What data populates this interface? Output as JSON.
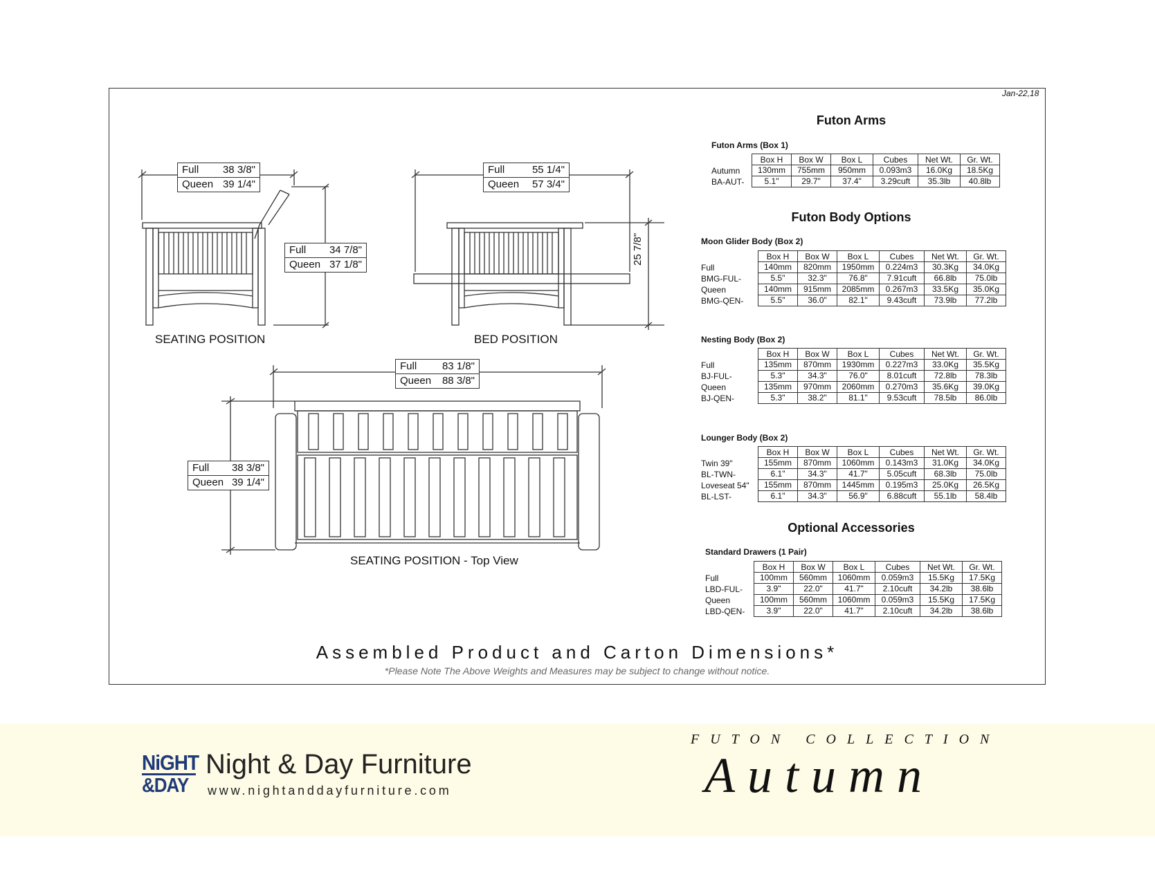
{
  "date": "Jan-22,18",
  "drawings": {
    "seating": {
      "label": "SEATING POSITION",
      "width": {
        "full": "38 3/8\"",
        "queen": "39 1/4\""
      },
      "height": {
        "full": "34 7/8\"",
        "queen": "37 1/8\""
      }
    },
    "bed": {
      "label": "BED POSITION",
      "width": {
        "full": "55 1/4\"",
        "queen": "57 3/4\""
      },
      "height": "25 7/8\""
    },
    "top": {
      "label": "SEATING POSITION - Top View",
      "width": {
        "full": "83 1/8\"",
        "queen": "88 3/8\""
      },
      "depth": {
        "full": "38 3/8\"",
        "queen": "39 1/4\""
      }
    }
  },
  "size_words": {
    "full": "Full",
    "queen": "Queen"
  },
  "col_headers": [
    "Box H",
    "Box W",
    "Box L",
    "Cubes",
    "Net Wt.",
    "Gr. Wt."
  ],
  "sections": {
    "arms": {
      "title": "Futon Arms",
      "table": {
        "label": "Futon Arms (Box 1)",
        "rows": [
          {
            "name": "Autumn",
            "cells": [
              "130mm",
              "755mm",
              "950mm",
              "0.093m3",
              "16.0Kg",
              "18.5Kg"
            ]
          },
          {
            "name": "BA-AUT-",
            "cells": [
              "5.1\"",
              "29.7\"",
              "37.4\"",
              "3.29cuft",
              "35.3lb",
              "40.8lb"
            ]
          }
        ]
      }
    },
    "body": {
      "title": "Futon Body Options",
      "moon": {
        "label": "Moon Glider Body (Box 2)",
        "rows": [
          {
            "name": "Full",
            "cells": [
              "140mm",
              "820mm",
              "1950mm",
              "0.224m3",
              "30.3Kg",
              "34.0Kg"
            ]
          },
          {
            "name": "BMG-FUL-",
            "cells": [
              "5.5\"",
              "32.3\"",
              "76.8\"",
              "7.91cuft",
              "66.8lb",
              "75.0lb"
            ]
          },
          {
            "name": "Queen",
            "cells": [
              "140mm",
              "915mm",
              "2085mm",
              "0.267m3",
              "33.5Kg",
              "35.0Kg"
            ]
          },
          {
            "name": "BMG-QEN-",
            "cells": [
              "5.5\"",
              "36.0\"",
              "82.1\"",
              "9.43cuft",
              "73.9lb",
              "77.2lb"
            ]
          }
        ]
      },
      "nesting": {
        "label": "Nesting Body (Box 2)",
        "rows": [
          {
            "name": "Full",
            "cells": [
              "135mm",
              "870mm",
              "1930mm",
              "0.227m3",
              "33.0Kg",
              "35.5Kg"
            ]
          },
          {
            "name": "BJ-FUL-",
            "cells": [
              "5.3\"",
              "34.3\"",
              "76.0\"",
              "8.01cuft",
              "72.8lb",
              "78.3lb"
            ]
          },
          {
            "name": "Queen",
            "cells": [
              "135mm",
              "970mm",
              "2060mm",
              "0.270m3",
              "35.6Kg",
              "39.0Kg"
            ]
          },
          {
            "name": "BJ-QEN-",
            "cells": [
              "5.3\"",
              "38.2\"",
              "81.1\"",
              "9.53cuft",
              "78.5lb",
              "86.0lb"
            ]
          }
        ]
      },
      "lounger": {
        "label": "Lounger Body (Box 2)",
        "rows": [
          {
            "name": "Twin 39\"",
            "cells": [
              "155mm",
              "870mm",
              "1060mm",
              "0.143m3",
              "31.0Kg",
              "34.0Kg"
            ]
          },
          {
            "name": "BL-TWN-",
            "cells": [
              "6.1\"",
              "34.3\"",
              "41.7\"",
              "5.05cuft",
              "68.3lb",
              "75.0lb"
            ]
          },
          {
            "name": "Loveseat 54\"",
            "cells": [
              "155mm",
              "870mm",
              "1445mm",
              "0.195m3",
              "25.0Kg",
              "26.5Kg"
            ]
          },
          {
            "name": "BL-LST-",
            "cells": [
              "6.1\"",
              "34.3\"",
              "56.9\"",
              "6.88cuft",
              "55.1lb",
              "58.4lb"
            ]
          }
        ]
      }
    },
    "accessories": {
      "title": "Optional Accessories",
      "drawers": {
        "label": "Standard Drawers (1 Pair)",
        "rows": [
          {
            "name": "Full",
            "cells": [
              "100mm",
              "560mm",
              "1060mm",
              "0.059m3",
              "15.5Kg",
              "17.5Kg"
            ]
          },
          {
            "name": "LBD-FUL-",
            "cells": [
              "3.9\"",
              "22.0\"",
              "41.7\"",
              "2.10cuft",
              "34.2lb",
              "38.6lb"
            ]
          },
          {
            "name": "Queen",
            "cells": [
              "100mm",
              "560mm",
              "1060mm",
              "0.059m3",
              "15.5Kg",
              "17.5Kg"
            ]
          },
          {
            "name": "LBD-QEN-",
            "cells": [
              "3.9\"",
              "22.0\"",
              "41.7\"",
              "2.10cuft",
              "34.2lb",
              "38.6lb"
            ]
          }
        ]
      }
    }
  },
  "footer": {
    "title": "Assembled Product and Carton Dimensions*",
    "note": "*Please Note The Above Weights and Measures may be subject to change without notice."
  },
  "brand": {
    "logo_top": "NiGHT",
    "logo_bottom": "&DAY",
    "name": "Night & Day Furniture",
    "website": "www.nightanddayfurniture.com",
    "logo_color": "#1f3a78"
  },
  "collection": {
    "label": "FUTON COLLECTION",
    "name": "Autumn"
  }
}
